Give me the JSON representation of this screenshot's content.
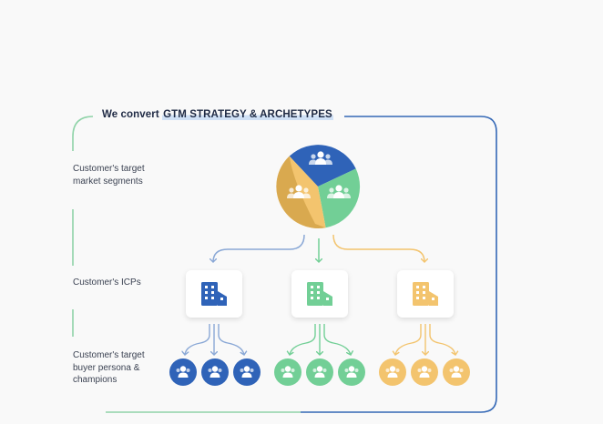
{
  "header": {
    "prefix": "We convert ",
    "highlight": "GTM STRATEGY & ARCHETYPES"
  },
  "levels": [
    {
      "label": "Customer's target market segments"
    },
    {
      "label": "Customer's ICPs"
    },
    {
      "label": "Customer's target buyer persona & champions"
    }
  ],
  "colors": {
    "blue": "#2f63b8",
    "green": "#72cf96",
    "yellow": "#f3c46e",
    "yellow_dark": "#d9a94f",
    "frame_green": "#8fd3a8",
    "frame_blue": "#3468b6"
  },
  "segments": [
    {
      "name": "blue-segment",
      "color": "#2f63b8",
      "icon": "group-icon"
    },
    {
      "name": "green-segment",
      "color": "#72cf96",
      "icon": "group-icon"
    },
    {
      "name": "yellow-segment",
      "color": "#f3c46e",
      "icon": "group-icon"
    }
  ],
  "icps": [
    {
      "color": "#2f63b8",
      "icon": "building-icon"
    },
    {
      "color": "#72cf96",
      "icon": "building-icon"
    },
    {
      "color": "#f3c46e",
      "icon": "building-icon"
    }
  ],
  "personas": [
    {
      "color": "#2f63b8",
      "icon": "person-icon",
      "count": 3
    },
    {
      "color": "#72cf96",
      "icon": "person-icon",
      "count": 3
    },
    {
      "color": "#f3c46e",
      "icon": "person-icon",
      "count": 3
    }
  ]
}
